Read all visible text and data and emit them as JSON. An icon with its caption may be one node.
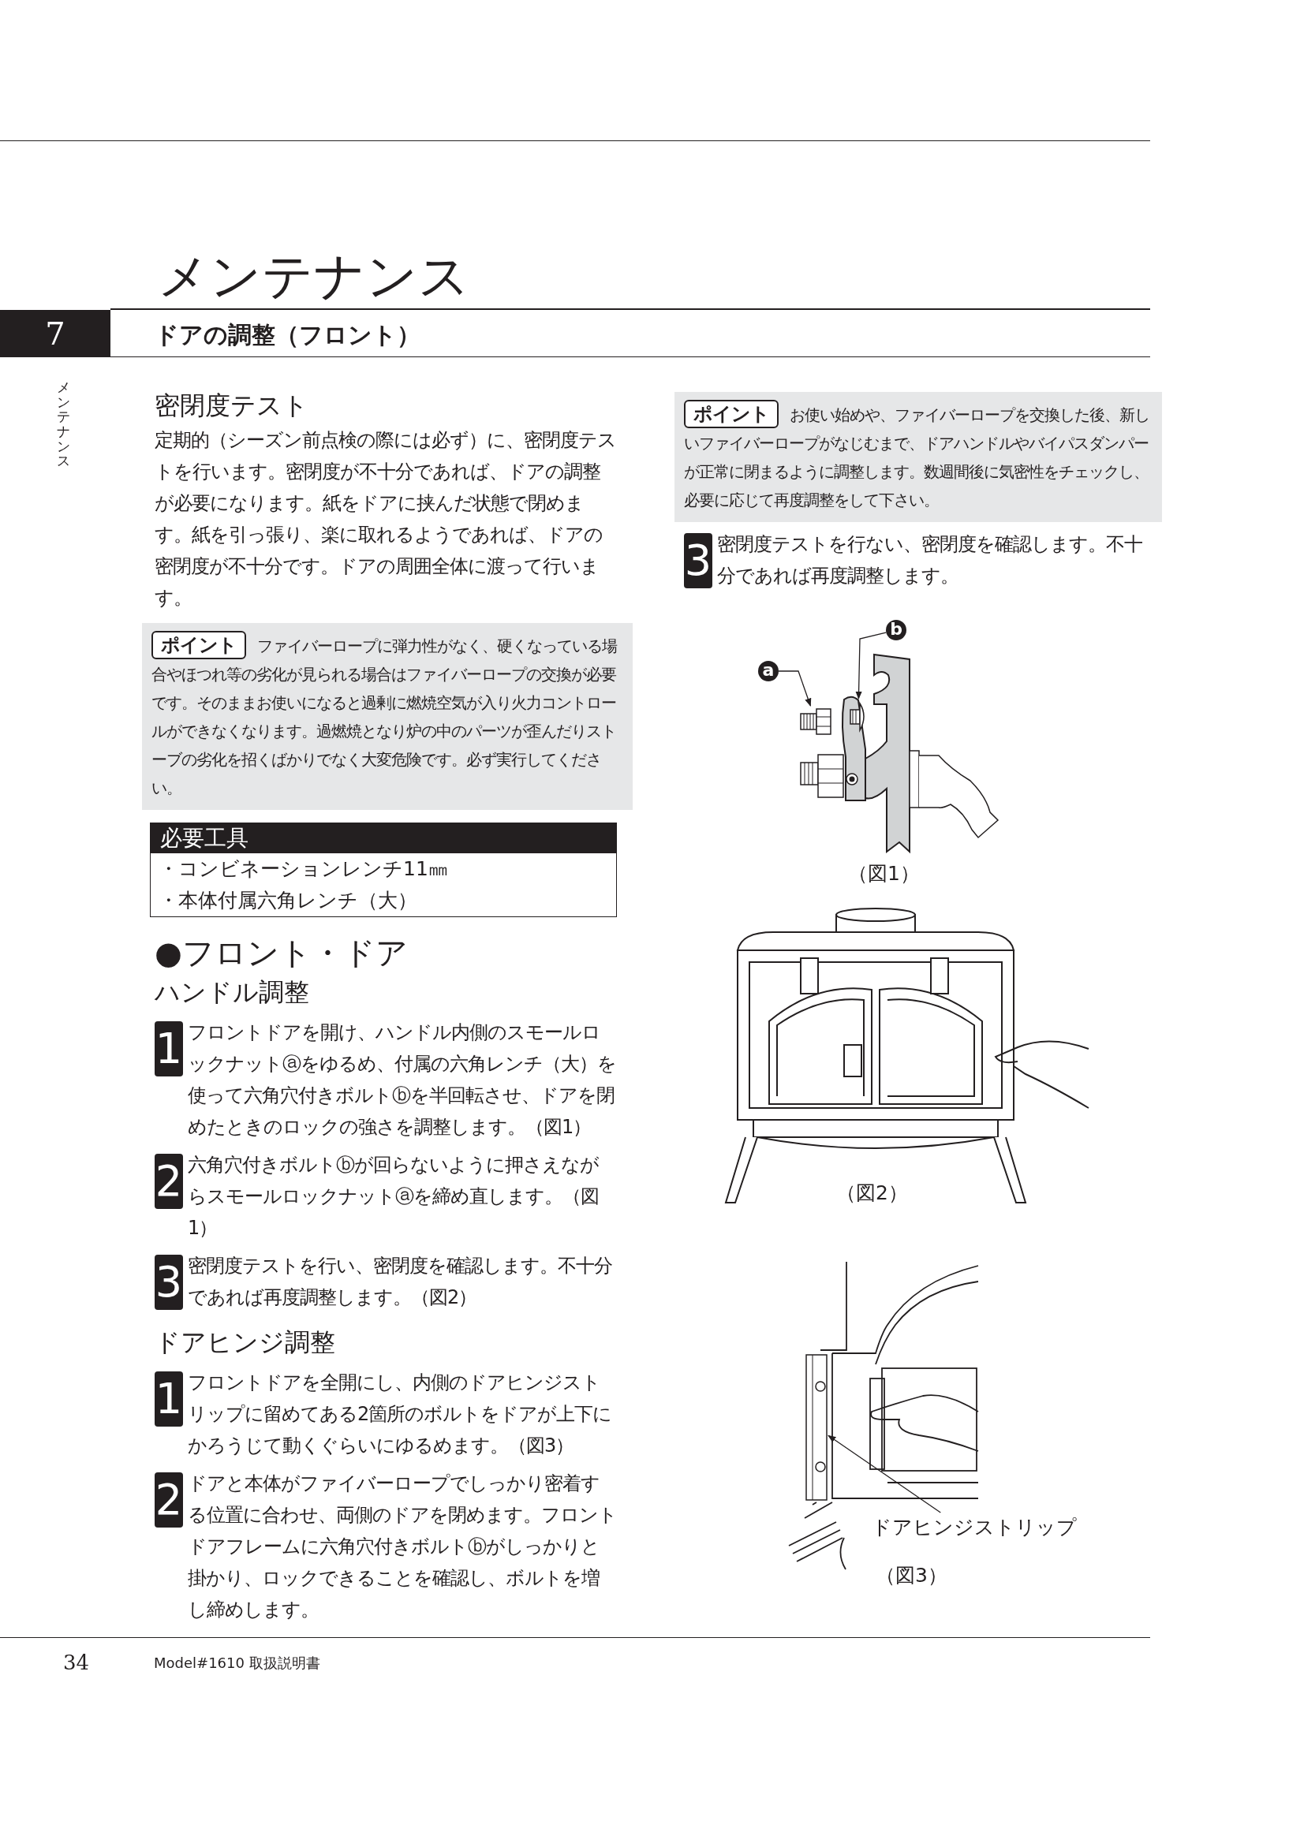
{
  "diagram": {
    "title": "メンテナンス",
    "nodes": [
      {
        "text": [
          "a"
        ]
      },
      {
        "text": [
          "b"
        ]
      },
      {
        "text": [],
        "shape": "picture"
      },
      {
        "text": [],
        "shape": "picture"
      },
      {
        "text": [
          "ドアヒンジストリップ"
        ]
      },
      {
        "text": [],
        "shape": "picture"
      }
    ],
    "edges": [
      {
        "from": 0,
        "to": 2,
        "arrow": "to"
      },
      {
        "from": 1,
        "to": 3,
        "arrow": "to"
      },
      {
        "from": 4,
        "to": 5,
        "arrow": "to"
      }
    ],
    "labels": [
      "7",
      "ドアの調整（フロント）",
      "メンテナンス",
      "密閉度テスト",
      "定期的（シーズン前点検の際には必ず）に、密閉度テストを行います。密閉度が不十分であれば、ドアの調整が必要になります。紙をドアに挟んだ状態で閉めます。紙を引っ張り、楽に取れるようであれば、ドアの密閉度が不十分です。ドアの周囲全体に渡って行います。",
      "ポイント",
      "ファイバーロープに弾力性がなく、硬くなっている場合やほつれ等の劣化が見られる場合はファイバーロープの交換が必要です。そのままお使いになると過剰に燃焼空気が入り火力コントロールができなくなります。過燃焼となり炉の中のパーツが歪んだりストーブの劣化を招くばかりでなく大変危険です。必ず実行してください。",
      "必要工具",
      "・コンビネーションレンチ11㎜",
      "・本体付属六角レンチ（大）",
      "●フロント・ドア",
      "ハンドル調整",
      "1",
      "フロントドアを開け、ハンドル内側のスモールロックナットⓐをゆるめ、付属の六角レンチ（大）を使って六角穴付きボルトⓑを半回転させ、ドアを閉めたときのロックの強さを調整します。（図1）",
      "2",
      "六角穴付きボルトⓑが回らないように押さえながらスモールロックナットⓐを締め直します。（図1）",
      "3",
      "密閉度テストを行い、密閉度を確認します。不十分であれば再度調整します。（図2）",
      "ドアヒンジ調整",
      "1",
      "フロントドアを全開にし、内側のドアヒンジストリップに留めてある2箇所のボルトをドアが上下にかろうじて動くぐらいにゆるめます。（図3）",
      "2",
      "ドアと本体がファイバーロープでしっかり密着する位置に合わせ、両側のドアを閉めます。フロントドアフレームに六角穴付きボルトⓑがしっかりと掛かり、ロックできることを確認し、ボルトを増し締めします。",
      "ポイント",
      "お使い始めや、ファイバーロープを交換した後、新しいファイバーロープがなじむまで、ドアハンドルやバイパスダンパーが正常に閉まるように調整します。数週間後に気密性をチェックし、必要に応じて再度調整をして下さい。",
      "3",
      "密閉度テストを行ない、密閉度を確認します。不十分であれば再度調整します。",
      "（図1）",
      "（図2）",
      "（図3）",
      "34",
      "Model#1610 取扱説明書"
    ]
  }
}
